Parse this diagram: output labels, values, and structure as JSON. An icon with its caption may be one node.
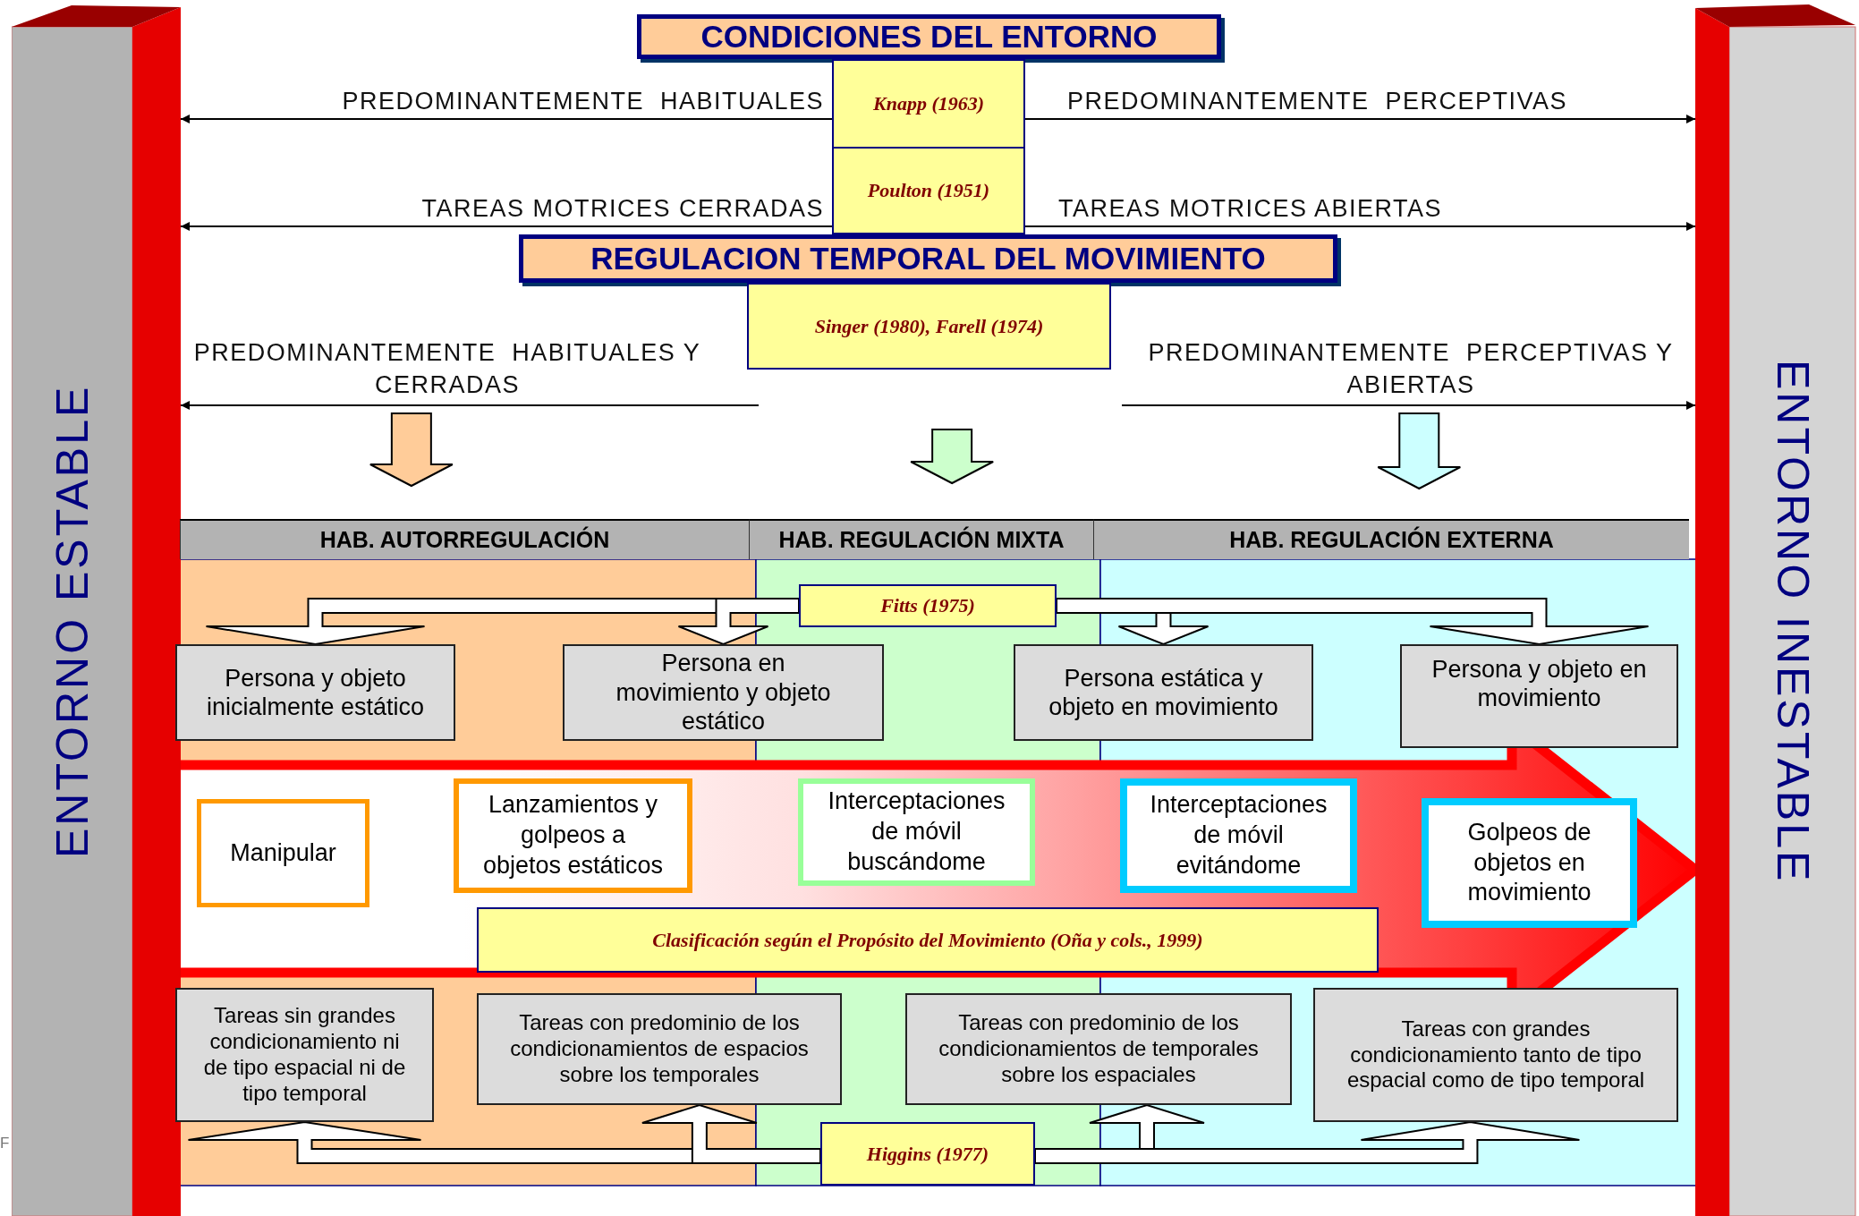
{
  "diagram": {
    "nodes": [
      {
        "text": [
          "ENTORNO ESTABLE"
        ],
        "beside": [
          "F"
        ]
      },
      {
        "text": [
          "CONDICIONES DEL ENTORNO"
        ]
      },
      {
        "text": [
          "ENTORNO INESTABLE"
        ]
      },
      {
        "text": [
          "Knapp (1963)"
        ]
      },
      {
        "text": [
          "Poulton (1951)"
        ]
      },
      {
        "text": [
          "REGULACION TEMPORAL DEL MOVIMIENTO"
        ]
      },
      {
        "text": [
          "Singer (1980), Farell (1974)"
        ]
      },
      {
        "text": [
          "HAB. AUTORREGULACIÓN"
        ]
      },
      {
        "text": [
          "HAB. REGULACIÓN MIXTA"
        ]
      },
      {
        "text": [
          "HAB. REGULACIÓN EXTERNA"
        ]
      },
      {
        "text": [
          "Fitts (1975)"
        ]
      },
      {
        "text": [
          "Persona y objeto inicialmente estático"
        ]
      },
      {
        "text": [
          "Persona en movimiento y objeto estático"
        ]
      },
      {
        "text": [
          "Persona estática y objeto en movimiento"
        ]
      },
      {
        "text": [
          "Persona y objeto en movimiento"
        ]
      },
      {
        "text": [
          "Manipular"
        ]
      },
      {
        "text": [
          "Lanzamientos y golpeos a objetos estáticos"
        ]
      },
      {
        "text": [
          "Interceptaciones de móvil buscándome"
        ]
      },
      {
        "text": [
          "Interceptaciones de móvil evitándome"
        ]
      },
      {
        "text": [
          "Golpeos de objetos en movimiento"
        ]
      },
      {
        "text": [
          "Clasificación según  el Propósito del Movimiento (Oña y cols., 1999)"
        ]
      },
      {
        "text": [
          "Tareas sin grandes condicionamiento ni de tipo espacial ni de tipo temporal"
        ]
      },
      {
        "text": [
          "Tareas con predominio de los condicionamientos de espacios sobre los temporales"
        ]
      },
      {
        "text": [
          "Tareas con predominio de los condicionamientos de temporales sobre los espaciales"
        ]
      },
      {
        "text": [
          "Tareas con grandes condicionamiento tanto de tipo espacial como de tipo temporal"
        ]
      },
      {
        "text": [
          "Higgins (1977)"
        ]
      }
    ],
    "edges": [
      {
        "from": 3,
        "to": 0,
        "arrow": "to",
        "label": "PREDOMINANTEMENTE  HABITUALES"
      },
      {
        "from": 3,
        "to": 2,
        "arrow": "to",
        "label": "PREDOMINANTEMENTE  PERCEPTIVAS"
      },
      {
        "from": 4,
        "to": 0,
        "arrow": "to",
        "label": "TAREAS MOTRICES CERRADAS"
      },
      {
        "from": 4,
        "to": 2,
        "arrow": "to",
        "label": "TAREAS MOTRICES ABIERTAS"
      },
      {
        "from": null,
        "to": 0,
        "arrow": "to",
        "label": "PREDOMINANTEMENTE  HABITUALES Y CERRADAS"
      },
      {
        "from": null,
        "to": 2,
        "arrow": "to",
        "label": "PREDOMINANTEMENTE  PERCEPTIVAS Y ABIERTAS"
      },
      {
        "from": null,
        "to": 7,
        "arrow": "to",
        "style": "thick",
        "color": "#ffcc99"
      },
      {
        "from": null,
        "to": 8,
        "arrow": "to",
        "style": "thick",
        "color": "#ccffcc"
      },
      {
        "from": null,
        "to": 9,
        "arrow": "to",
        "style": "thick",
        "color": "#ccffff"
      },
      {
        "from": 10,
        "to": 11,
        "arrow": "to",
        "style": "thick"
      },
      {
        "from": 10,
        "to": 12,
        "arrow": "to",
        "style": "thick"
      },
      {
        "from": 10,
        "to": 13,
        "arrow": "to",
        "style": "thick"
      },
      {
        "from": 10,
        "to": 14,
        "arrow": "to",
        "style": "thick"
      },
      {
        "from": 25,
        "to": 21,
        "arrow": "to",
        "style": "thick"
      },
      {
        "from": 25,
        "to": 22,
        "arrow": "to",
        "style": "thick"
      },
      {
        "from": 25,
        "to": 23,
        "arrow": "to",
        "style": "thick"
      },
      {
        "from": 25,
        "to": 24,
        "arrow": "to",
        "style": "thick"
      },
      {
        "from": null,
        "to": 2,
        "arrow": "to",
        "style": "thick",
        "color": "#ff0000"
      }
    ]
  }
}
